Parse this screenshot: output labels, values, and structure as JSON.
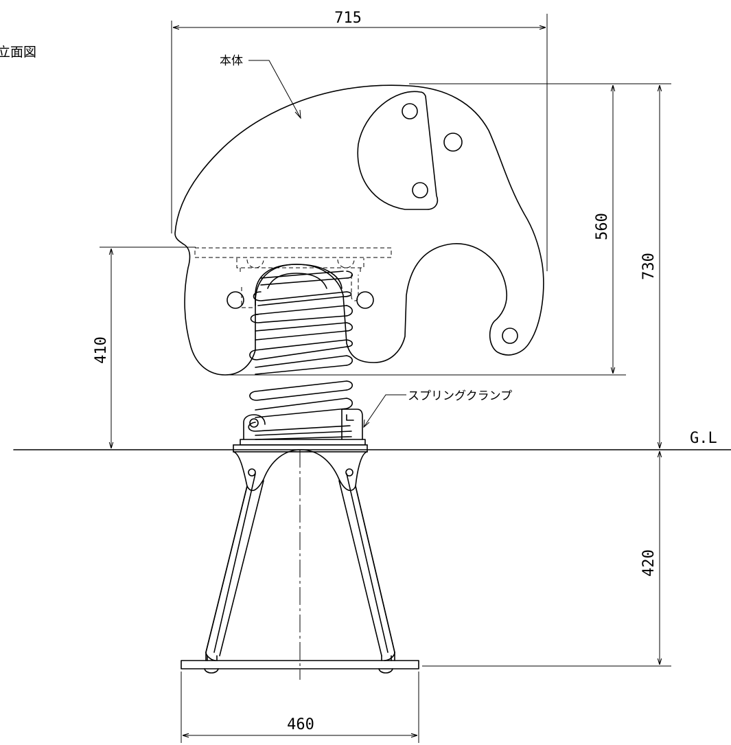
{
  "view_title": "立面図",
  "labels": {
    "body": "本体",
    "spring_clamp": "スプリングクランプ",
    "ground_level": "G.L"
  },
  "dimensions": {
    "overall_width": "715",
    "body_height": "560",
    "total_height_above_gl": "730",
    "seat_height": "410",
    "foundation_depth": "420",
    "base_width": "460"
  }
}
